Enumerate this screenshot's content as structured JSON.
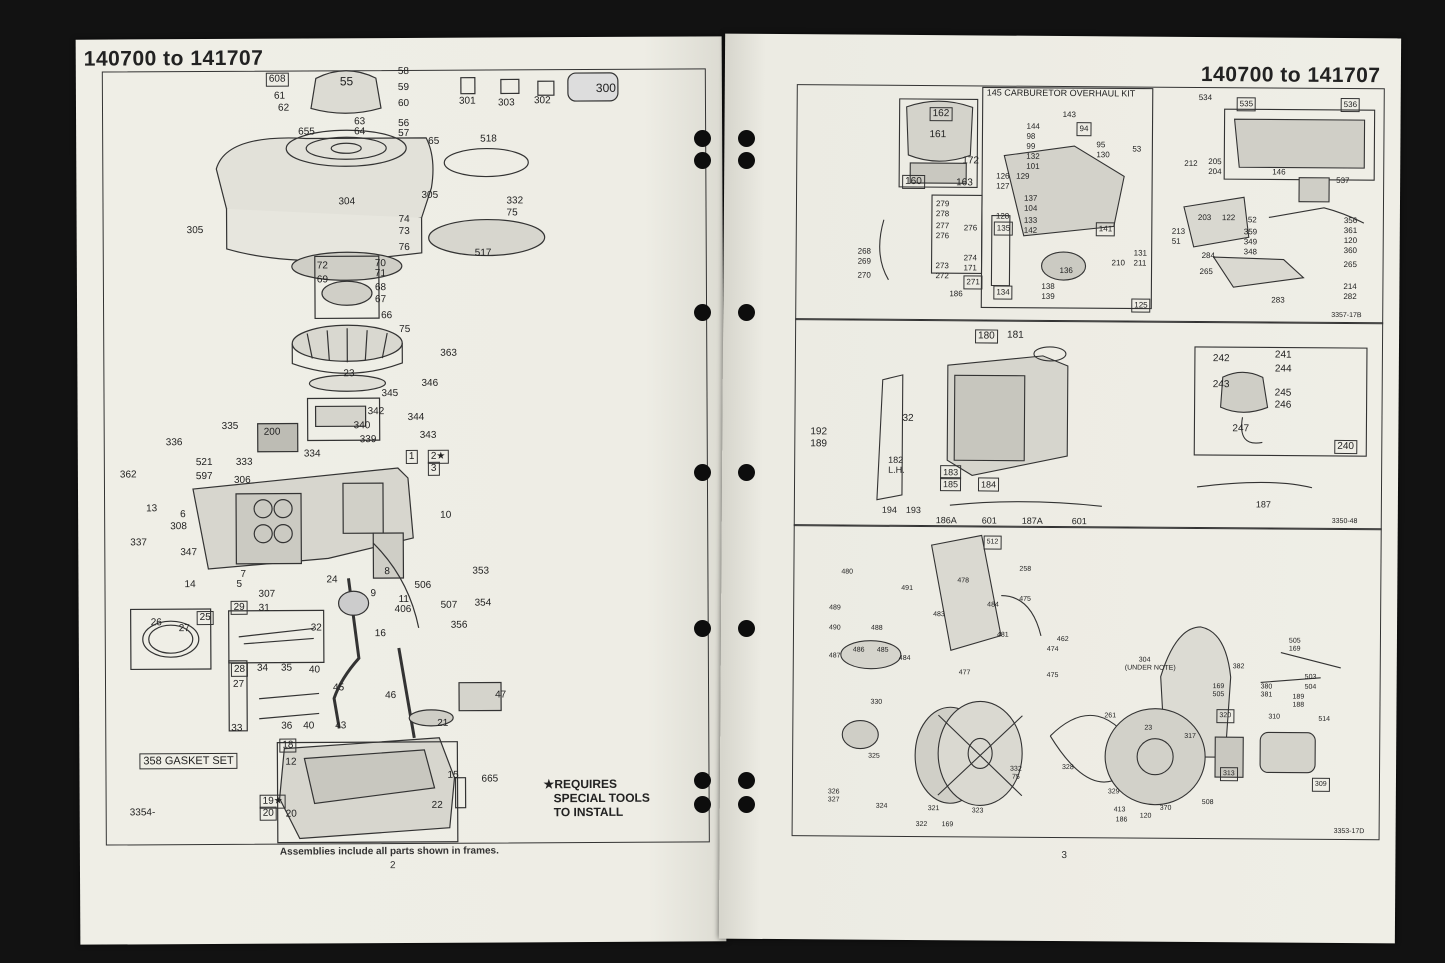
{
  "left_page": {
    "header": "140700 to 141707",
    "top_labels": [
      "608",
      "55",
      "58",
      "59",
      "60",
      "61",
      "62",
      "63",
      "64",
      "56",
      "57",
      "655",
      "65",
      "301",
      "303",
      "302",
      "300",
      "518",
      "304",
      "305",
      "305",
      "332",
      "75",
      "517",
      "74",
      "73",
      "76",
      "72",
      "70",
      "71",
      "69",
      "68",
      "67",
      "66",
      "75",
      "363",
      "23",
      "346",
      "345",
      "342",
      "344",
      "340",
      "339",
      "343",
      "335",
      "200",
      "336",
      "334",
      "521",
      "333",
      "2★",
      "3",
      "1",
      "362",
      "597",
      "306",
      "13",
      "6",
      "308",
      "10",
      "337",
      "347",
      "14",
      "5",
      "7",
      "307",
      "24",
      "8",
      "9",
      "11",
      "406",
      "506",
      "353",
      "507",
      "354",
      "356",
      "25",
      "26",
      "27",
      "29",
      "31",
      "32",
      "16",
      "28",
      "34",
      "35",
      "40",
      "27",
      "45",
      "46",
      "47",
      "33",
      "36",
      "40",
      "43",
      "21",
      "18",
      "12",
      "15",
      "665",
      "19★",
      "20",
      "20",
      "22"
    ],
    "gasket": "358 GASKET SET",
    "special_note_lines": [
      "★REQUIRES",
      "SPECIAL TOOLS",
      "TO INSTALL"
    ],
    "fig": "3354-",
    "footer": "Assemblies include all parts shown in frames.",
    "page_no": "2"
  },
  "right_page": {
    "header": "140700 to 141707",
    "kit_title": "145 CARBURETOR OVERHAUL KIT",
    "top_labels": [
      "162",
      "161",
      "172",
      "160",
      "163",
      "279",
      "278",
      "277",
      "276",
      "276",
      "268",
      "269",
      "270",
      "273",
      "272",
      "274",
      "171",
      "271",
      "186",
      "144",
      "143",
      "98",
      "94",
      "99",
      "132",
      "95",
      "101",
      "130",
      "53",
      "126",
      "129",
      "127",
      "137",
      "104",
      "128",
      "133",
      "142",
      "135",
      "141",
      "136",
      "134",
      "138",
      "139",
      "131",
      "211",
      "210",
      "125",
      "534",
      "535",
      "536",
      "212",
      "205",
      "204",
      "146",
      "537",
      "203",
      "122",
      "52",
      "213",
      "51",
      "356",
      "359",
      "361",
      "349",
      "120",
      "348",
      "360",
      "284",
      "265",
      "265",
      "283",
      "214",
      "282"
    ],
    "fig1": "3357-17B",
    "mid_labels": [
      "180",
      "181",
      "32",
      "192",
      "189",
      "182",
      "L.H.",
      "183",
      "185",
      "184",
      "194",
      "193",
      "186A",
      "601",
      "187A",
      "601",
      "242",
      "241",
      "244",
      "243",
      "245",
      "246",
      "247",
      "240",
      "187"
    ],
    "fig2": "3350-48",
    "bottom_labels": [
      "512",
      "480",
      "258",
      "478",
      "491",
      "475",
      "489",
      "483",
      "484",
      "490",
      "488",
      "481",
      "462",
      "474",
      "487",
      "486",
      "485",
      "484",
      "477",
      "475",
      "330",
      "304",
      "(UNDER NOTE)",
      "505",
      "169",
      "382",
      "503",
      "504",
      "169",
      "505",
      "380",
      "381",
      "189",
      "188",
      "261",
      "23",
      "317",
      "320",
      "310",
      "514",
      "325",
      "332",
      "75",
      "328",
      "313",
      "309",
      "326",
      "327",
      "324",
      "321",
      "323",
      "329",
      "413",
      "370",
      "508",
      "322",
      "169",
      "120",
      "186"
    ],
    "fig3": "3353-17D",
    "page_no": "3"
  }
}
